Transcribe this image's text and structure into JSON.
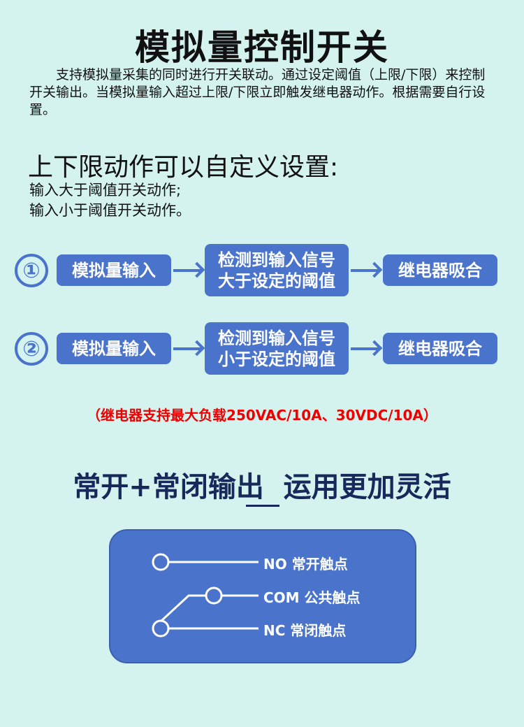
{
  "title": "模拟量控制开关",
  "intro": "支持模拟量采集的同时进行开关联动。通过设定阈值（上限/下限）来控制开关输出。当模拟量输入超过上限/下限立即触发继电器动作。根据需要自行设置。",
  "custom": {
    "heading": "上下限动作可以自定义设置:",
    "lines": [
      "输入大于阈值开关动作;",
      "输入小于阈值开关动作。"
    ]
  },
  "flows": [
    {
      "num": "①",
      "input": "模拟量输入",
      "detect1": "检测到输入信号",
      "detect2": "大于设定的阈值",
      "result": "继电器吸合"
    },
    {
      "num": "②",
      "input": "模拟量输入",
      "detect1": "检测到输入信号",
      "detect2": "小于设定的阈值",
      "result": "继电器吸合"
    }
  ],
  "note": "（继电器支持最大负载250VAC/10A、30VDC/10A）",
  "section": {
    "heading": "常开+常闭输出  运用更加灵活"
  },
  "contacts": {
    "no": "NO 常开触点",
    "com": "COM 公共触点",
    "nc": "NC 常闭触点"
  },
  "colors": {
    "background": "#d4f3ef",
    "accent": "#4a74cc",
    "note": "#ee0000",
    "heading": "#17285a"
  }
}
